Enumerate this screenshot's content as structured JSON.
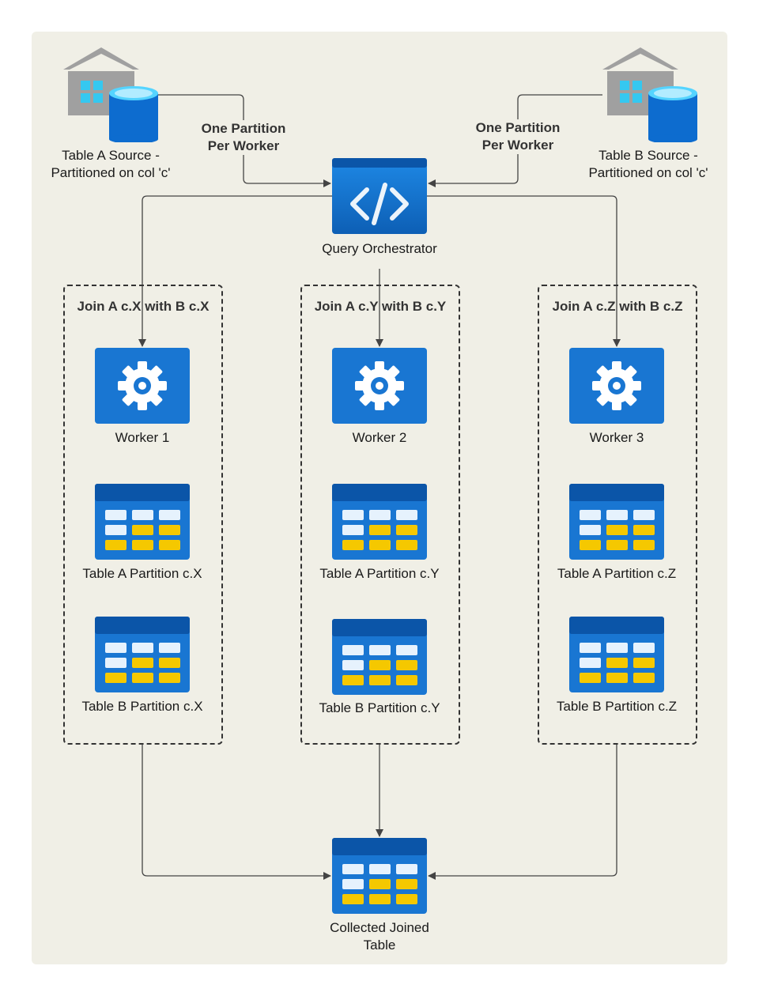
{
  "colors": {
    "background": "#f0efe6",
    "icon_blue": "#1976d2",
    "icon_blue_dark": "#0d5fb5",
    "accent_yellow": "#f5c800",
    "cell_white": "#e6f2fd",
    "building_gray": "#a0a0a0",
    "window_cyan": "#35c8f0",
    "line": "#444444"
  },
  "sources": {
    "a": {
      "label_line1": "Table A Source -",
      "label_line2": "Partitioned on col 'c'",
      "icon": "warehouse-database-icon"
    },
    "b": {
      "label_line1": "Table B Source -",
      "label_line2": "Partitioned on col 'c'",
      "icon": "warehouse-database-icon"
    }
  },
  "edge_labels": {
    "left": {
      "line1": "One Partition",
      "line2": "Per Worker"
    },
    "right": {
      "line1": "One Partition",
      "line2": "Per Worker"
    }
  },
  "orchestrator": {
    "label": "Query Orchestrator",
    "icon": "code-brackets-icon"
  },
  "groups": [
    {
      "title": "Join A c.X with B c.X",
      "worker": "Worker 1",
      "table_a": "Table A Partition c.X",
      "table_b": "Table B Partition c.X"
    },
    {
      "title": "Join A c.Y with B c.Y",
      "worker": "Worker 2",
      "table_a": "Table A Partition c.Y",
      "table_b": "Table B Partition c.Y"
    },
    {
      "title": "Join A c.Z with B c.Z",
      "worker": "Worker 3",
      "table_a": "Table A Partition c.Z",
      "table_b": "Table B Partition c.Z"
    }
  ],
  "result": {
    "label_line1": "Collected Joined",
    "label_line2": "Table",
    "icon": "table-icon"
  }
}
